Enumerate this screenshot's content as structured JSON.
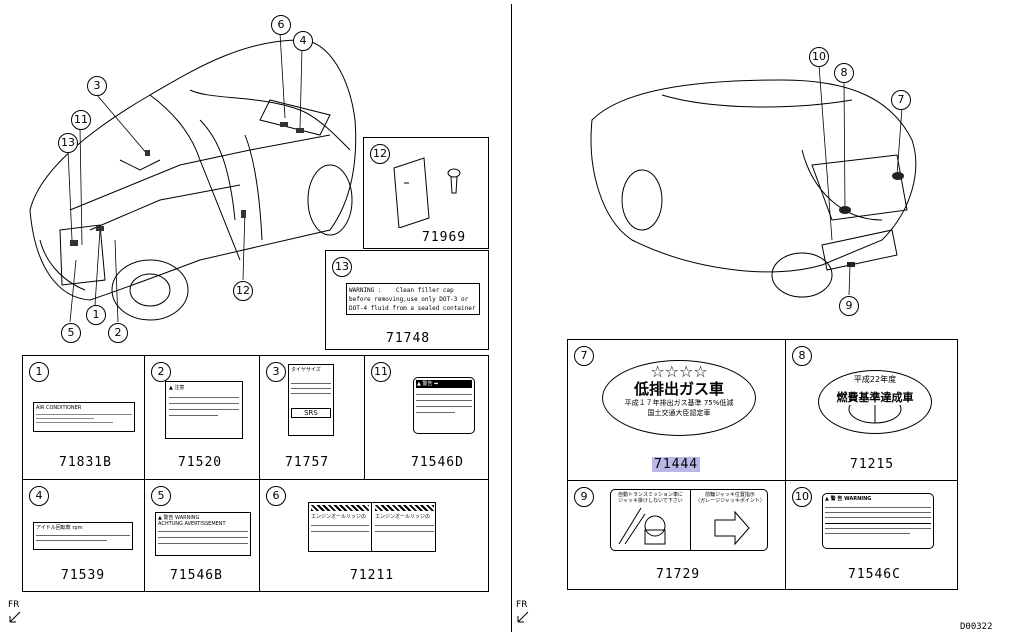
{
  "divider": true,
  "car_left": {
    "callouts": [
      "3",
      "6",
      "4",
      "13",
      "11",
      "12",
      "5",
      "1",
      "2"
    ]
  },
  "car_right": {
    "callouts": [
      "10",
      "8",
      "7",
      "9"
    ]
  },
  "left_panels": [
    {
      "num": "1",
      "part": "71831B",
      "texts": [
        "AIR CONDITIONER"
      ]
    },
    {
      "num": "2",
      "part": "71520",
      "texts": [
        "▲ 注意"
      ]
    },
    {
      "num": "3",
      "part": "71757",
      "texts": [
        "タイヤサイズ",
        "SRS"
      ]
    },
    {
      "num": "11",
      "part": "71546D",
      "texts": [
        "▲ 警告 ➡"
      ]
    },
    {
      "num": "4",
      "part": "71539",
      "texts": [
        "アイドル回転数 rpm"
      ]
    },
    {
      "num": "5",
      "part": "71546B",
      "texts": [
        "▲ 警告 WARNING",
        "ACHTUNG AVERTISSEMENT"
      ]
    },
    {
      "num": "6",
      "part": "71211",
      "texts": [
        "エンジンオールリッジの",
        "エンジンオールリッジの"
      ]
    }
  ],
  "panel12": {
    "num": "12",
    "part": "71969"
  },
  "panel13": {
    "num": "13",
    "part": "71748",
    "text": "WARNING :    Clean filler cap\nbefore removing,use only DOT-3 or\nDOT-4 fluid from a sealed container"
  },
  "right_panels": [
    {
      "num": "7",
      "part": "71444",
      "stars": "☆☆☆☆",
      "line1": "低排出ガス車",
      "line2": "平成１７年排出ガス基準 75%低減",
      "line3": "国土交通大臣認定車"
    },
    {
      "num": "8",
      "part": "71215",
      "line1": "平成22年度",
      "line2": "燃費基準達成車"
    },
    {
      "num": "9",
      "part": "71729",
      "left": "自動トランスミッション車に\nジャッキ掛けしないで下さい",
      "right": "前輪ジャッキ位置指示\n（ガレージジャッキポイント）"
    },
    {
      "num": "10",
      "part": "71546C",
      "head": "▲ 警 告   WARNING"
    }
  ],
  "fr_label": "FR",
  "page_code": "D00322"
}
